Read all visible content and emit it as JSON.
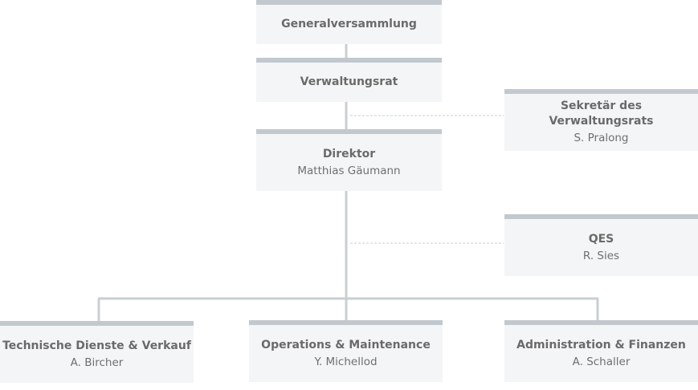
{
  "boxes": {
    "general_assembly": {
      "title": "Generalversammlung"
    },
    "board": {
      "title": "Verwaltungsrat"
    },
    "secretary": {
      "title": "Sekretär des Verwaltungsrats",
      "name": "S. Pralong"
    },
    "director": {
      "title": "Direktor",
      "name": "Matthias Gäumann"
    },
    "qes": {
      "title": "QES",
      "name": "R. Sies"
    },
    "technical": {
      "title": "Technische Dienste & Verkauf",
      "name": "A. Bircher"
    },
    "operations": {
      "title": "Operations & Maintenance",
      "name": "Y. Michellod"
    },
    "administration": {
      "title": "Administration & Finanzen",
      "name": "A. Schaller"
    }
  },
  "colors": {
    "box_background": "#f4f5f6",
    "box_top_border": "#c2c9ce",
    "connector": "#c9cfd3",
    "dashed_connector": "#c9cfd3",
    "title_text": "#6a6a6a",
    "name_text": "#6f6f6f"
  }
}
